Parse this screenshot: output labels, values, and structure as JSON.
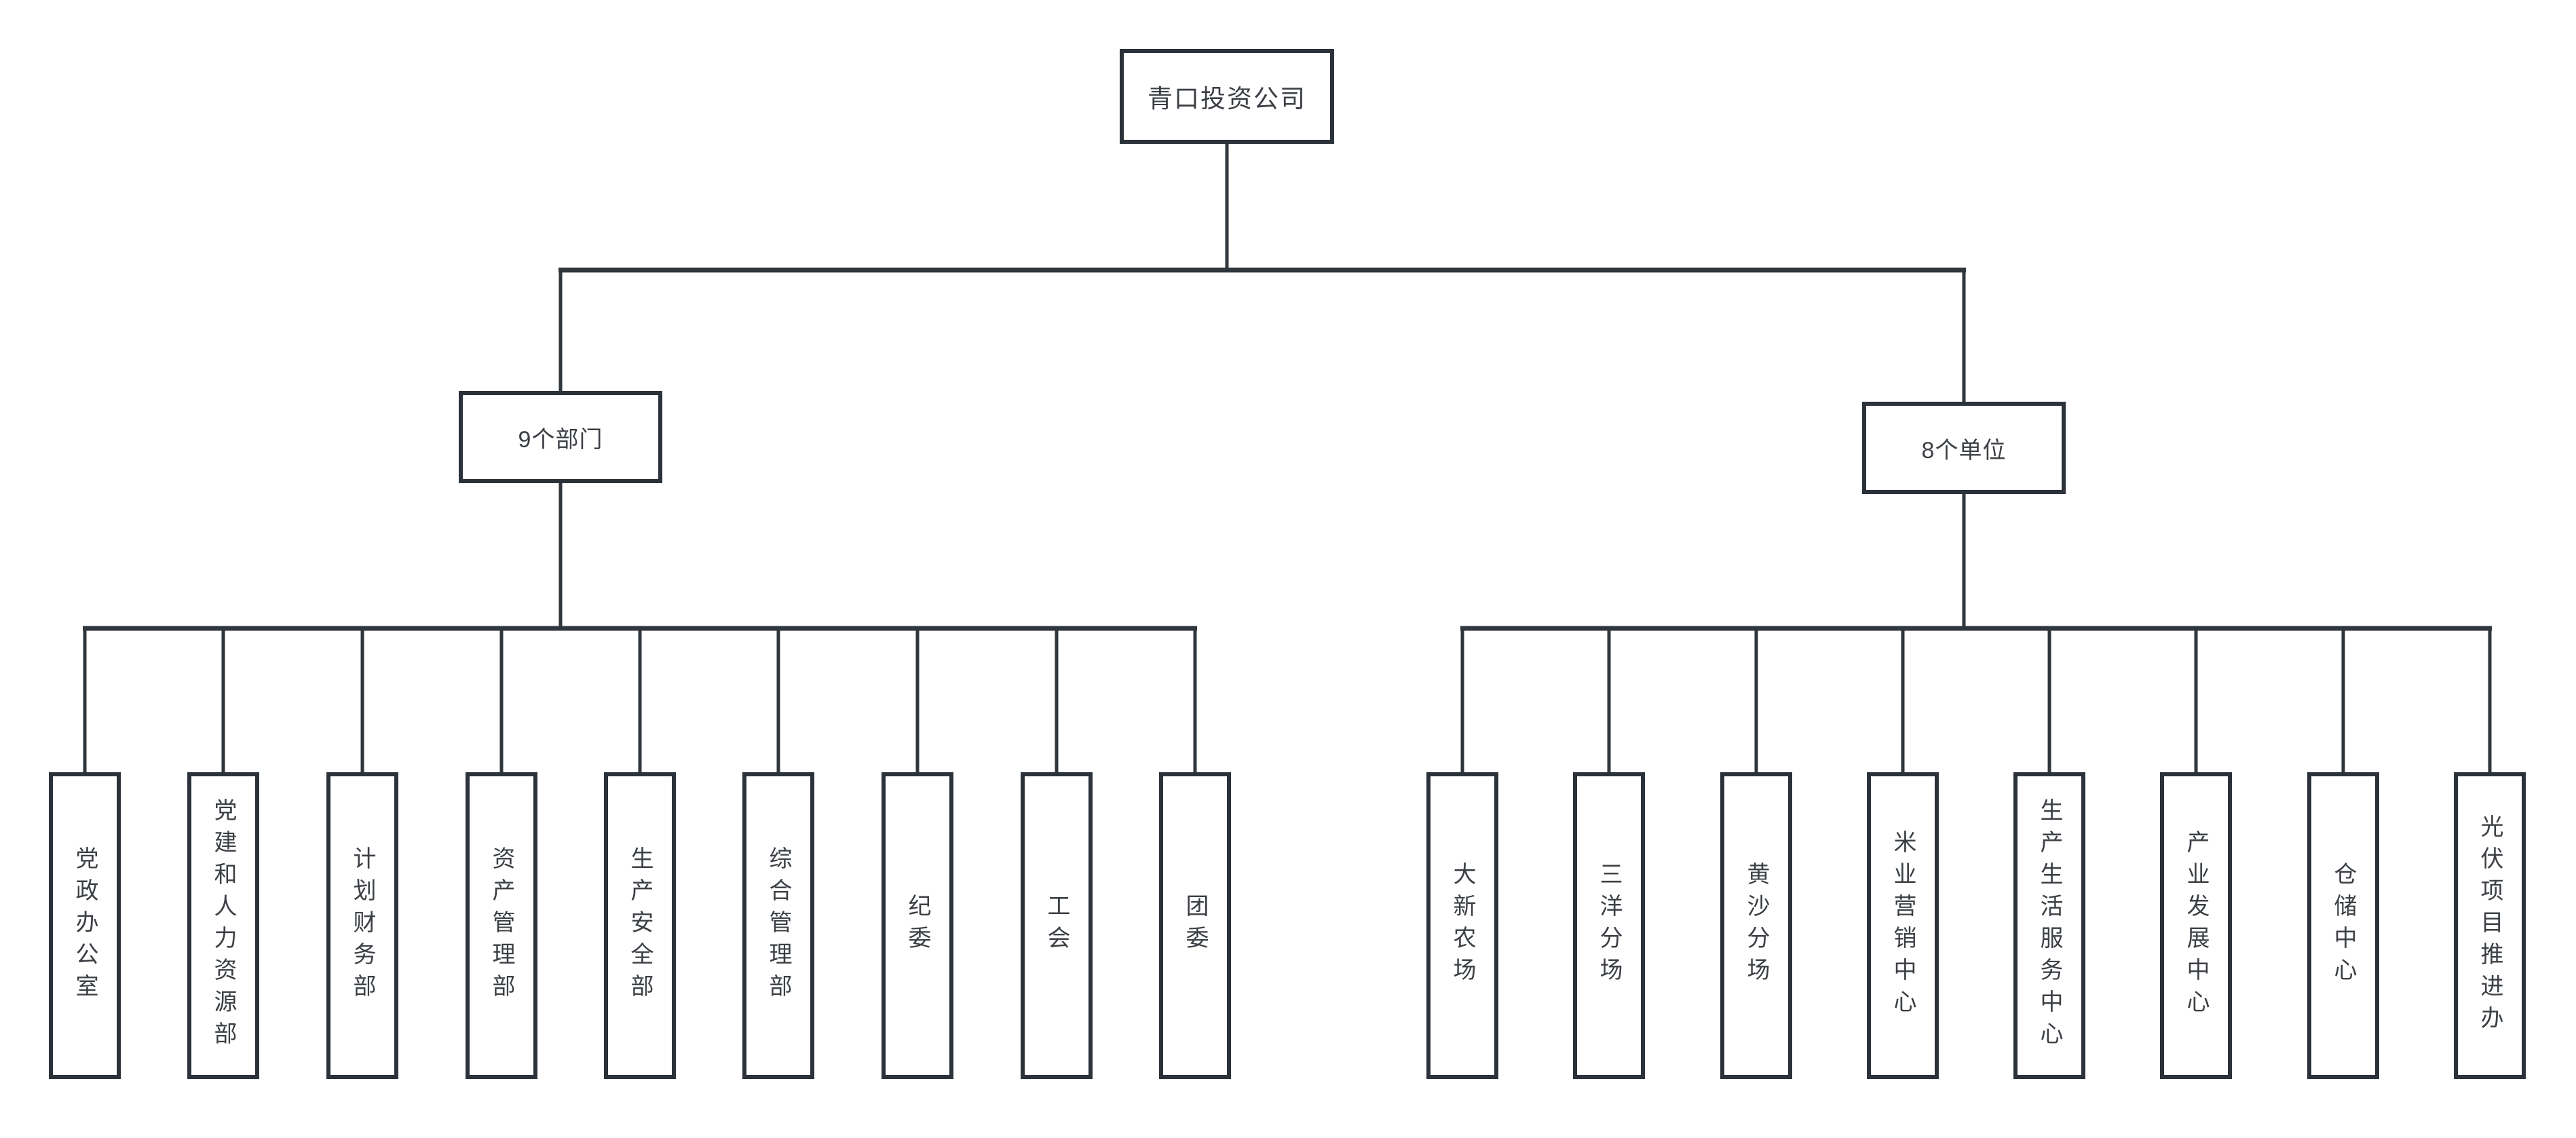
{
  "root": {
    "label": "青口投资公司"
  },
  "groups": [
    {
      "label": "9个部门",
      "children": [
        "党政办公室",
        "党建和人力资源部",
        "计划财务部",
        "资产管理部",
        "生产安全部",
        "综合管理部",
        "纪委",
        "工会",
        "团委"
      ]
    },
    {
      "label": "8个单位",
      "children": [
        "大新农场",
        "三洋分场",
        "黄沙分场",
        "米业营销中心",
        "生产生活服务中心",
        "产业发展中心",
        "仓储中心",
        "光伏项目推进办"
      ]
    }
  ],
  "colors": {
    "node_border": "#2b3239",
    "connector": "#2f363c",
    "text": "#3c4045",
    "background": "#ffffff"
  }
}
